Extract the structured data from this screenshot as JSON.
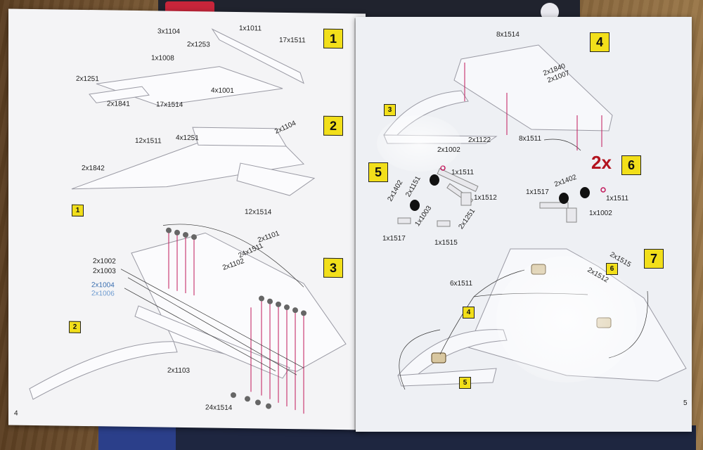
{
  "left_page": {
    "page_number": "4",
    "steps": {
      "s1": "1",
      "s2": "2",
      "s3": "3",
      "ref_1": "1",
      "ref_2": "2"
    },
    "labels": {
      "l_3x1104": "3x1104",
      "l_1x1011": "1x1011",
      "l_17x1511": "17x1511",
      "l_2x1253": "2x1253",
      "l_1x1008": "1x1008",
      "l_2x1251": "2x1251",
      "l_4x1001": "4x1001",
      "l_2x1841": "2x1841",
      "l_17x1514": "17x1514",
      "l_2x1104": "2x1104",
      "l_12x1511": "12x1511",
      "l_4x1251": "4x1251",
      "l_2x1842": "2x1842",
      "l_12x1514": "12x1514",
      "l_2x1101": "2x1101",
      "l_24x1511": "24x1511",
      "l_2x1002": "2x1002",
      "l_2x1102": "2x1102",
      "l_2x1003": "2x1003",
      "l_2x1004": "2x1004",
      "l_2x1006": "2x1006",
      "l_2x1103": "2x1103",
      "l_24x1514": "24x1514"
    }
  },
  "right_page": {
    "page_number": "5",
    "steps": {
      "s4": "4",
      "s5": "5",
      "s6": "6",
      "s7": "7",
      "ref_3": "3",
      "ref_4": "4",
      "ref_5": "5",
      "ref_6": "6"
    },
    "multiplier": "2x",
    "labels": {
      "l_8x1514": "8x1514",
      "l_2x1840": "2x1840",
      "l_2x1007": "2x1007",
      "l_2x1122": "2x1122",
      "l_2x1002": "2x1002",
      "l_8x1511": "8x1511",
      "l_2x1402": "2x1402",
      "l_2x1151": "2x1151",
      "l_1x1511a": "1x1511",
      "l_1x1512": "1x1512",
      "l_1x1003": "1x1003",
      "l_2x1251": "2x1251",
      "l_1x1517a": "1x1517",
      "l_1x1515": "1x1515",
      "l_2x1402b": "2x1402",
      "l_1x1517b": "1x1517",
      "l_1x1511b": "1x1511",
      "l_1x1002": "1x1002",
      "l_6x1511": "6x1511",
      "l_2x1515": "2x1515",
      "l_2x1512": "2x1512"
    }
  },
  "colors": {
    "step_yellow": "#f2df1a",
    "multiplier_red": "#b3141f",
    "axis_magenta": "#c2185b"
  }
}
